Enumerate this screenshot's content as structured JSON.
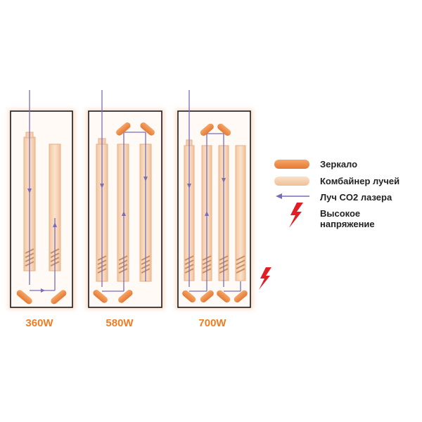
{
  "configurations": [
    {
      "power": "360W",
      "tubes": 2
    },
    {
      "power": "580W",
      "tubes": 3
    },
    {
      "power": "700W",
      "tubes": 4
    }
  ],
  "legend": {
    "mirror": "Зеркало",
    "beam_combiner": "Комбайнер лучей",
    "co2_beam": "Луч CO2 лазера",
    "high_voltage_1": "Высокое",
    "high_voltage_2": "напряжение"
  },
  "colors": {
    "mirror": "#ee8a45",
    "combiner": "#f4c9a6",
    "tube_fill": "#f7d7b8",
    "tube_stroke": "#e7b088",
    "beam": "#7a6cb8",
    "frame": "#1a1a1a",
    "power_label": "#ee7d24",
    "bolt": "#e11e25"
  }
}
